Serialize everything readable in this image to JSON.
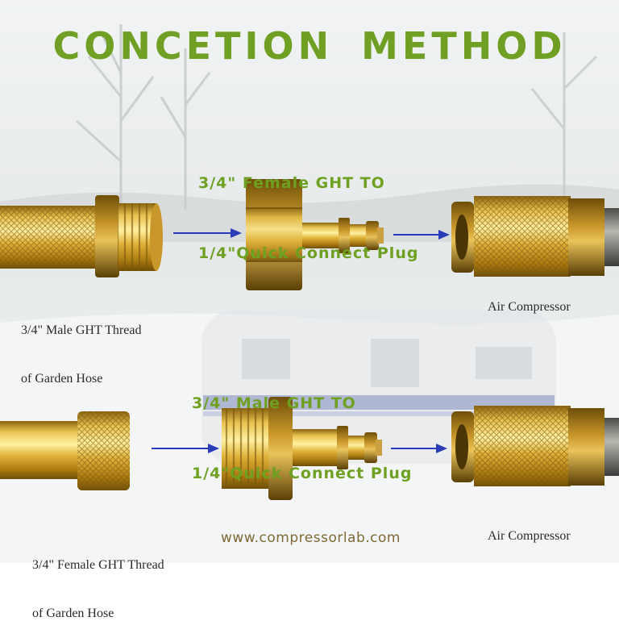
{
  "title": "CONCETION  METHOD",
  "top_section": {
    "heading_line1": "3/4\" Female GHT TO",
    "heading_line2": "1/4\"Quick Connect Plug",
    "left_caption_line1": "3/4\" Male GHT Thread",
    "left_caption_line2": "of Garden Hose",
    "right_caption": "Air Compressor"
  },
  "bottom_section": {
    "heading_line1": "3/4\" Male GHT TO",
    "heading_line2": "1/4\"Quick Connect Plug",
    "left_caption_line1": "3/4\" Female GHT Thread",
    "left_caption_line2": "of Garden Hose",
    "right_caption": "Air Compressor"
  },
  "website": "www.compressorlab.com",
  "colors": {
    "title_green": "#6f9f23",
    "brass": "#d4a72c",
    "arrow_blue": "#2a3bb8"
  }
}
